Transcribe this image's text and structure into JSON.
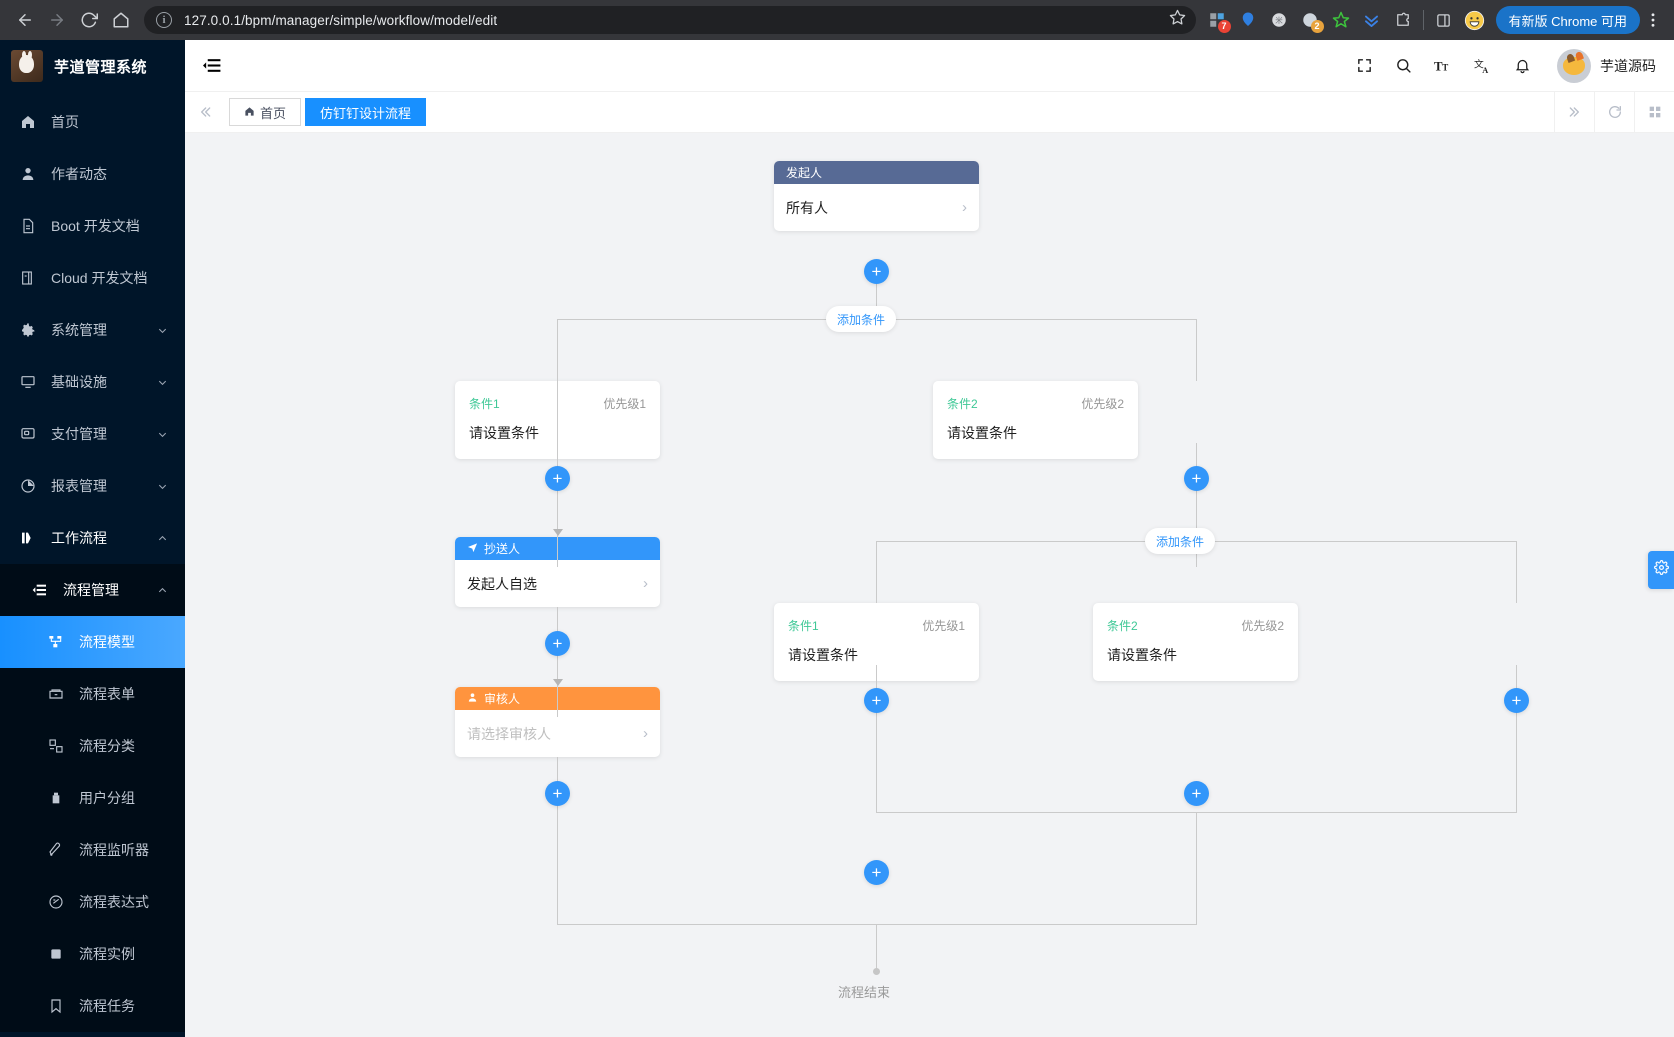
{
  "browser": {
    "url": "127.0.0.1/bpm/manager/simple/workflow/model/edit",
    "back_icon": "back-arrow-icon",
    "forward_icon": "forward-arrow-icon",
    "reload_icon": "reload-icon",
    "home_icon": "home-icon",
    "info_icon": "site-info-icon",
    "star_icon": "bookmark-star-icon",
    "extensions": [
      {
        "name": "extension-grid-icon",
        "badge": "7",
        "badge_color": "#ea4335"
      },
      {
        "name": "extension-balloon-icon",
        "badge": "",
        "badge_color": ""
      },
      {
        "name": "extension-gray-icon",
        "badge": "",
        "badge_color": ""
      },
      {
        "name": "extension-moon-icon",
        "badge": "2",
        "badge_color": "#e8a33d"
      },
      {
        "name": "extension-green-star-icon",
        "badge": "",
        "badge_color": ""
      },
      {
        "name": "extension-double-chevron-icon",
        "badge": "",
        "badge_color": ""
      },
      {
        "name": "extension-puzzle-icon",
        "badge": "",
        "badge_color": ""
      },
      {
        "name": "side-panel-icon",
        "badge": "",
        "badge_color": ""
      },
      {
        "name": "profile-emoji-icon",
        "badge": "",
        "badge_color": ""
      }
    ],
    "update_label": "有新版 Chrome 可用",
    "menu_icon": "kebab-menu-icon"
  },
  "sidebar": {
    "brand": "芋道管理系统",
    "items": [
      {
        "label": "首页",
        "icon": "home-icon",
        "chev": false,
        "level": 1,
        "active": false
      },
      {
        "label": "作者动态",
        "icon": "user-icon",
        "chev": false,
        "level": 1,
        "active": false
      },
      {
        "label": "Boot 开发文档",
        "icon": "document-icon",
        "chev": false,
        "level": 1,
        "active": false
      },
      {
        "label": "Cloud 开发文档",
        "icon": "copy-document-icon",
        "chev": false,
        "level": 1,
        "active": false
      },
      {
        "label": "系统管理",
        "icon": "gear-icon",
        "chev": "down",
        "level": 1,
        "active": false
      },
      {
        "label": "基础设施",
        "icon": "monitor-icon",
        "chev": "down",
        "level": 1,
        "active": false
      },
      {
        "label": "支付管理",
        "icon": "payment-icon",
        "chev": "down",
        "level": 1,
        "active": false
      },
      {
        "label": "报表管理",
        "icon": "pie-chart-icon",
        "chev": "down",
        "level": 1,
        "active": false
      },
      {
        "label": "工作流程",
        "icon": "workflow-icon",
        "chev": "up",
        "level": 1,
        "active": false
      },
      {
        "label": "流程管理",
        "icon": "list-icon",
        "chev": "up",
        "level": 2,
        "active": false
      },
      {
        "label": "流程模型",
        "icon": "model-tree-icon",
        "chev": false,
        "level": 3,
        "active": true
      },
      {
        "label": "流程表单",
        "icon": "form-icon",
        "chev": false,
        "level": 3,
        "active": false
      },
      {
        "label": "流程分类",
        "icon": "category-icon",
        "chev": false,
        "level": 3,
        "active": false
      },
      {
        "label": "用户分组",
        "icon": "user-group-icon",
        "chev": false,
        "level": 3,
        "active": false
      },
      {
        "label": "流程监听器",
        "icon": "listener-icon",
        "chev": false,
        "level": 3,
        "active": false
      },
      {
        "label": "流程表达式",
        "icon": "expression-icon",
        "chev": false,
        "level": 3,
        "active": false
      },
      {
        "label": "流程实例",
        "icon": "instance-icon",
        "chev": false,
        "level": 3,
        "active": false
      },
      {
        "label": "流程任务",
        "icon": "task-bookmark-icon",
        "chev": false,
        "level": 3,
        "active": false
      }
    ]
  },
  "topbar": {
    "hamburger_icon": "collapse-menu-icon",
    "icons": [
      {
        "name": "fullscreen-icon"
      },
      {
        "name": "search-icon"
      },
      {
        "name": "font-size-icon"
      },
      {
        "name": "translate-icon"
      },
      {
        "name": "bell-icon"
      }
    ],
    "user_name": "芋道源码",
    "avatar_icon": "user-avatar"
  },
  "tabbar": {
    "left_arrow_icon": "double-chevron-left-icon",
    "tabs": [
      {
        "label": "首页",
        "icon": "home-icon",
        "active": false
      },
      {
        "label": "仿钉钉设计流程",
        "icon": "",
        "active": true
      }
    ],
    "right_buttons": [
      {
        "name": "double-chevron-right-icon"
      },
      {
        "name": "refresh-icon"
      },
      {
        "name": "grid-layout-icon"
      }
    ]
  },
  "canvas": {
    "fab_settings_icon": "gear-icon",
    "colors": {
      "initiator_header": "#576a95",
      "cc_header": "#3296fa",
      "approver_header": "#ff943e",
      "condition_name": "#3ec896",
      "plus_button": "#3296fa",
      "add_condition_text": "#3296fa",
      "connector_line": "#cacaca",
      "canvas_bg": "#f2f3f5"
    },
    "nodes": {
      "initiator": {
        "title": "发起人",
        "value": "所有人",
        "arrow": "›",
        "icon": ""
      },
      "cc": {
        "title": "抄送人",
        "value": "发起人自选",
        "arrow": "›",
        "icon": "send-plane-icon"
      },
      "approver": {
        "title": "审核人",
        "placeholder": "请选择审核人",
        "arrow": "›",
        "icon": "user-icon"
      }
    },
    "add_condition_label": "添加条件",
    "conditions_level1": [
      {
        "name": "条件1",
        "priority": "优先级1",
        "body": "请设置条件"
      },
      {
        "name": "条件2",
        "priority": "优先级2",
        "body": "请设置条件"
      }
    ],
    "conditions_level2": [
      {
        "name": "条件1",
        "priority": "优先级1",
        "body": "请设置条件"
      },
      {
        "name": "条件2",
        "priority": "优先级2",
        "body": "请设置条件"
      }
    ],
    "plus_label": "+",
    "end_label": "流程结束"
  }
}
